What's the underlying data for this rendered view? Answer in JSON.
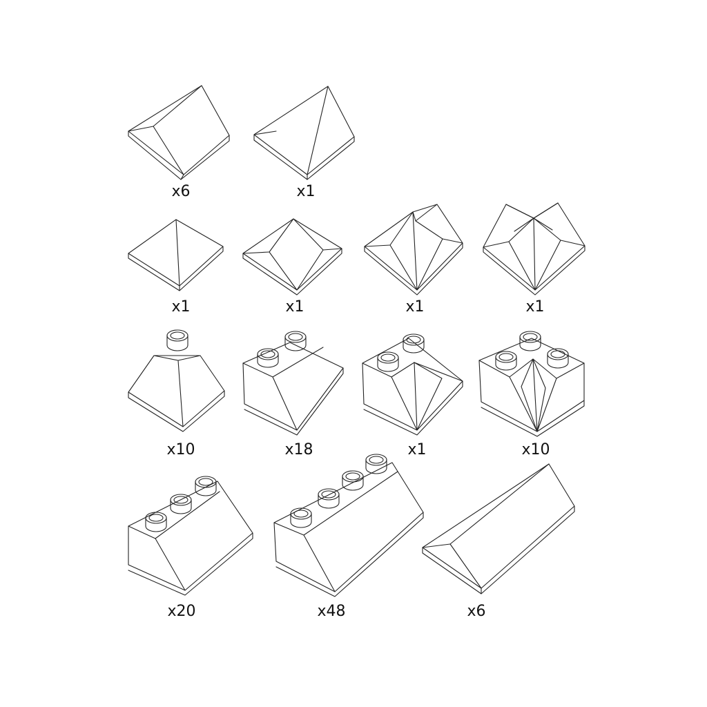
{
  "parts": [
    {
      "id": "roof-tile-2x2",
      "count": "x6"
    },
    {
      "id": "roof-corner-outside",
      "count": "x1"
    },
    {
      "id": "pyramid-tile-small",
      "count": "x1"
    },
    {
      "id": "pyramid-tile-ridge",
      "count": "x1"
    },
    {
      "id": "roof-corner-inside-tile",
      "count": "x1"
    },
    {
      "id": "roof-cross-tile",
      "count": "x1"
    },
    {
      "id": "roof-top-single-stud",
      "count": "x10"
    },
    {
      "id": "roof-slope-2x2",
      "count": "x18"
    },
    {
      "id": "roof-corner-inside-brick",
      "count": "x1"
    },
    {
      "id": "roof-corner-outside-brick",
      "count": "x10"
    },
    {
      "id": "roof-slope-3-stud",
      "count": "x20"
    },
    {
      "id": "roof-slope-4-stud",
      "count": "x48"
    },
    {
      "id": "roof-slope-long-tile",
      "count": "x6"
    }
  ],
  "style": {
    "line_color": "#222222",
    "background": "#ffffff"
  }
}
